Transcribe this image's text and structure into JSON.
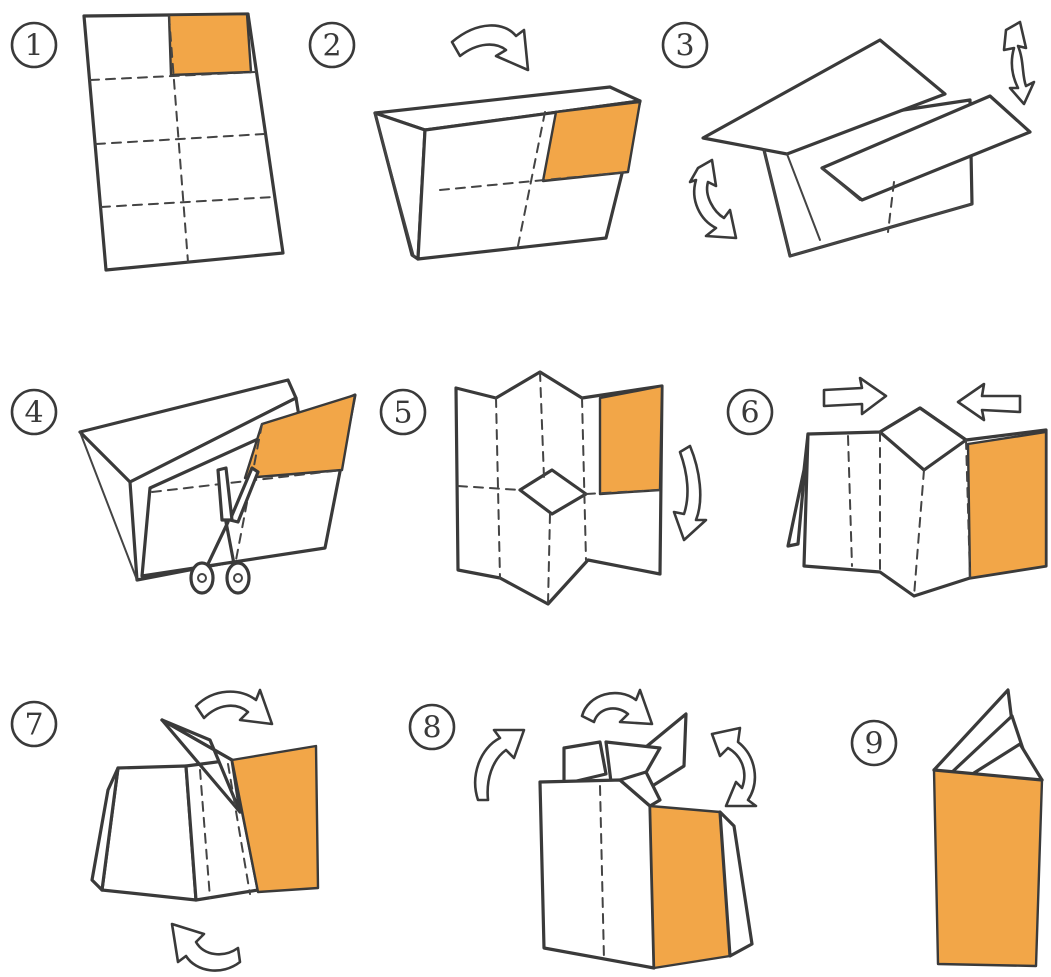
{
  "steps": [
    {
      "number": "1"
    },
    {
      "number": "2"
    },
    {
      "number": "3"
    },
    {
      "number": "4"
    },
    {
      "number": "5"
    },
    {
      "number": "6"
    },
    {
      "number": "7"
    },
    {
      "number": "8"
    },
    {
      "number": "9"
    }
  ],
  "colors": {
    "accent": "#F2A648",
    "ink": "#3A3A3A",
    "paper": "#FFFFFF"
  },
  "icons": {
    "fold_arrow": "curved-arrow-icon",
    "push_arrow": "push-arrow-icon",
    "scissors": "scissors-icon"
  }
}
